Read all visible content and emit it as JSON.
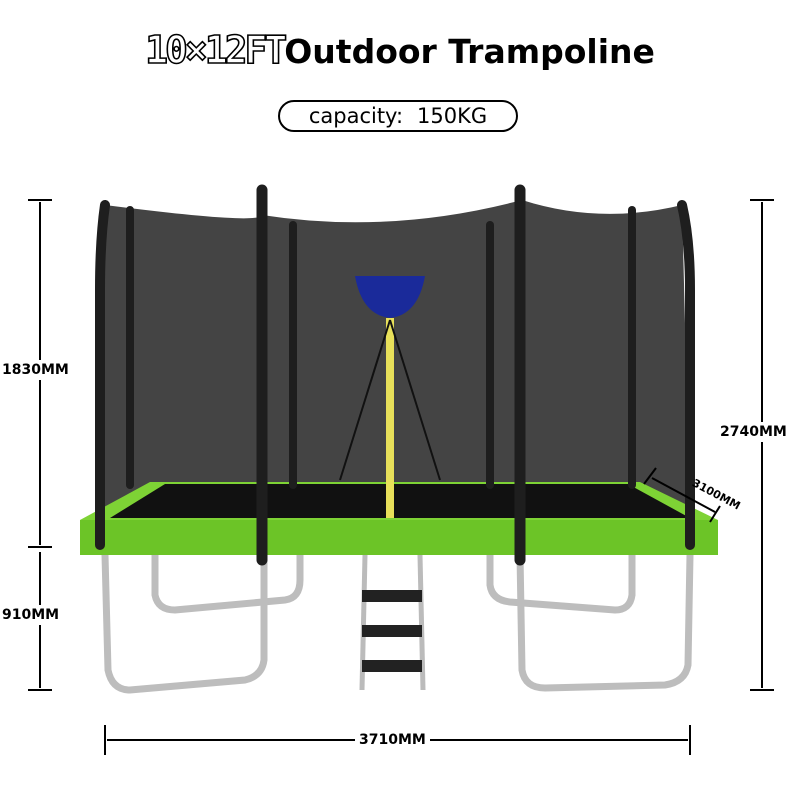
{
  "title": {
    "size": "10×12FT",
    "name": "Outdoor Trampoline"
  },
  "capacity": {
    "label": "capacity:",
    "value": "150KG"
  },
  "dimensions": {
    "enclosure_height": "1830MM",
    "frame_height": "910MM",
    "total_height": "2740MM",
    "depth": "3100MM",
    "width": "3710MM"
  },
  "colors": {
    "pad": "#7ed335",
    "mat": "#111111",
    "net": "#2a2a2a",
    "frame": "#c8c8c8",
    "hoop": "#1a2a9a",
    "pole_pad": "#1e1e1e"
  }
}
